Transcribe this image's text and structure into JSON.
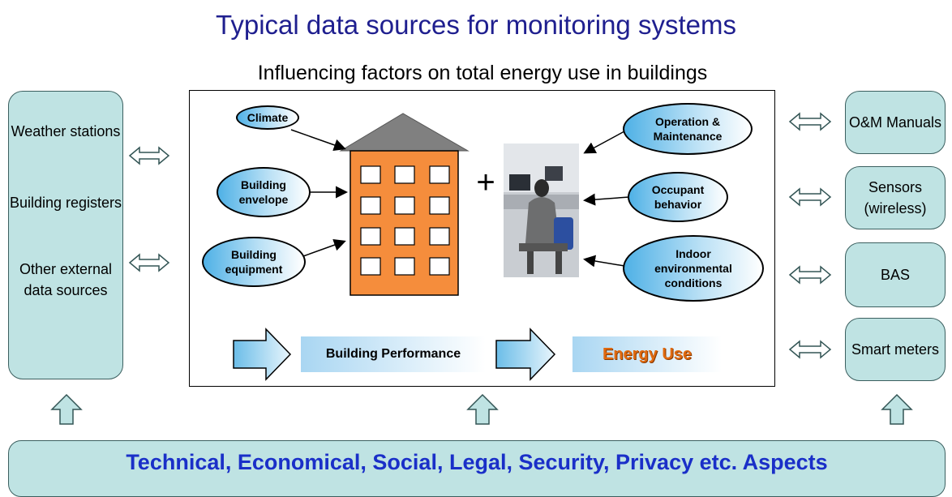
{
  "title": "Typical data sources for monitoring systems",
  "subtitle": "Influencing factors on total energy use in buildings",
  "left_sources": [
    "Weather stations",
    "Building registers",
    "Other external data sources"
  ],
  "right_sources": [
    "O&M Manuals",
    "Sensors (wireless)",
    "BAS",
    "Smart meters"
  ],
  "factors_left": [
    "Climate",
    "Building envelope",
    "Building equipment"
  ],
  "factors_right": [
    "Operation & Maintenance",
    "Occupant behavior",
    "Indoor environmental conditions"
  ],
  "plus_sign": "+",
  "flow": {
    "performance": "Building Performance",
    "energy": "Energy Use"
  },
  "bottom_banner": "Technical, Economical, Social, Legal, Security, Privacy etc. Aspects",
  "colors": {
    "side_box": "#bfe3e3",
    "title": "#1f1f8f",
    "banner_text": "#1a2fc8",
    "building": "#f58d3c",
    "roof": "#808080",
    "energy_text": "#e06a10"
  },
  "icons": [
    "double-arrow-icon",
    "up-arrow-icon",
    "right-block-arrow-icon",
    "building-icon",
    "office-worker-photo"
  ]
}
